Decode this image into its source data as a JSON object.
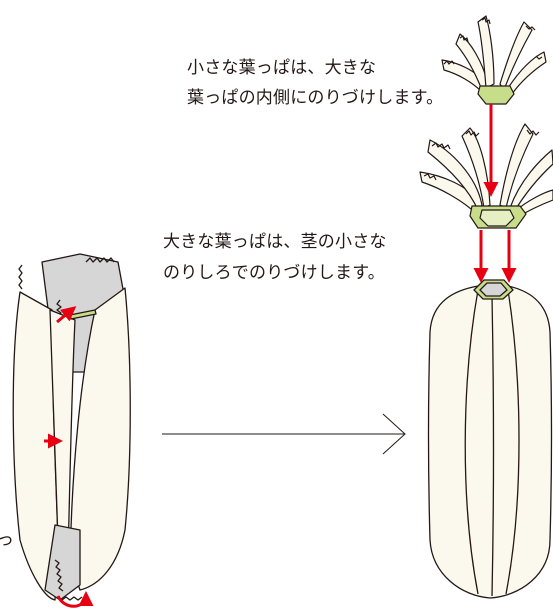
{
  "instructions": {
    "small_leaves_line1": "小さな葉っぱは、大きな",
    "small_leaves_line2": "葉っぱの内側にのりづけします。",
    "large_leaves_line1": "大きな葉っぱは、茎の小さな",
    "large_leaves_line2": "のりしろでのりづけします。",
    "cut_off_char": "っ"
  },
  "colors": {
    "paper": "#fbf9ee",
    "grey_tab": "#d6d6d6",
    "leaf_green": "#c8dd8a",
    "arrow_red": "#e60012",
    "outline": "#231815"
  }
}
